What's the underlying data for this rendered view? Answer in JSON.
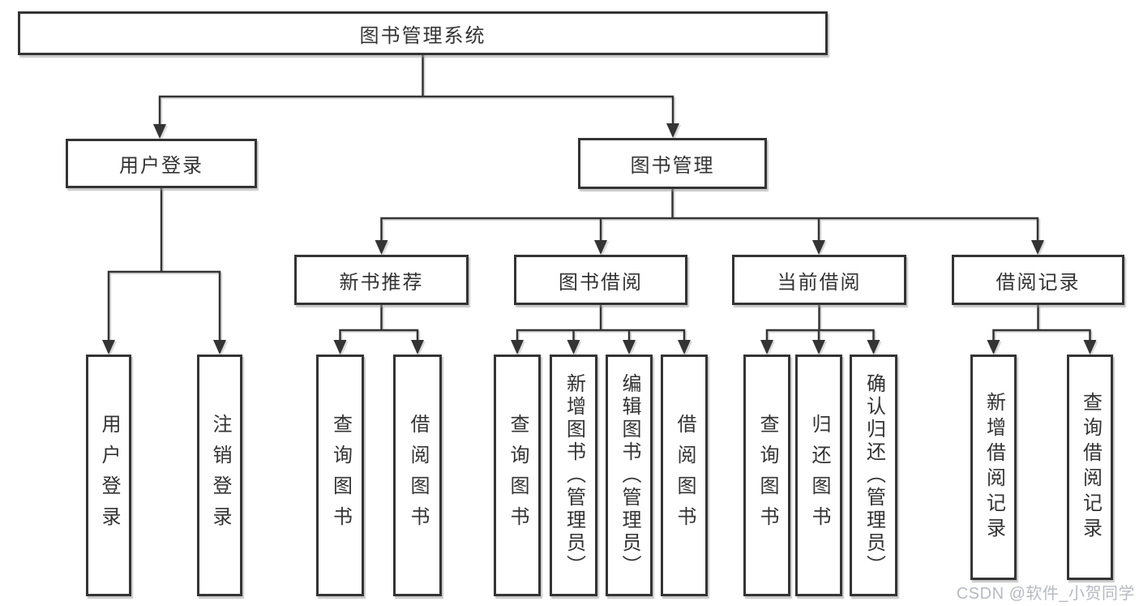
{
  "tree": {
    "root": "图书管理系统",
    "branches": [
      {
        "label": "用户登录",
        "children": [
          "用户登录",
          "注销登录"
        ]
      },
      {
        "label": "图书管理",
        "children": [
          {
            "label": "新书推荐",
            "children": [
              "查询图书",
              "借阅图书"
            ]
          },
          {
            "label": "图书借阅",
            "children": [
              "查询图书",
              "新增图书（管理员）",
              "编辑图书（管理员）",
              "借阅图书"
            ]
          },
          {
            "label": "当前借阅",
            "children": [
              "查询图书",
              "归还图书",
              "确认归还（管理员）"
            ]
          },
          {
            "label": "借阅记录",
            "children": [
              "新增借阅记录",
              "查询借阅记录"
            ]
          }
        ]
      }
    ]
  },
  "watermark": "CSDN @软件_小贺同学",
  "colors": {
    "background": "#ffffff",
    "line": "#343434",
    "text": "#333333",
    "watermark": "#b6bac1"
  }
}
